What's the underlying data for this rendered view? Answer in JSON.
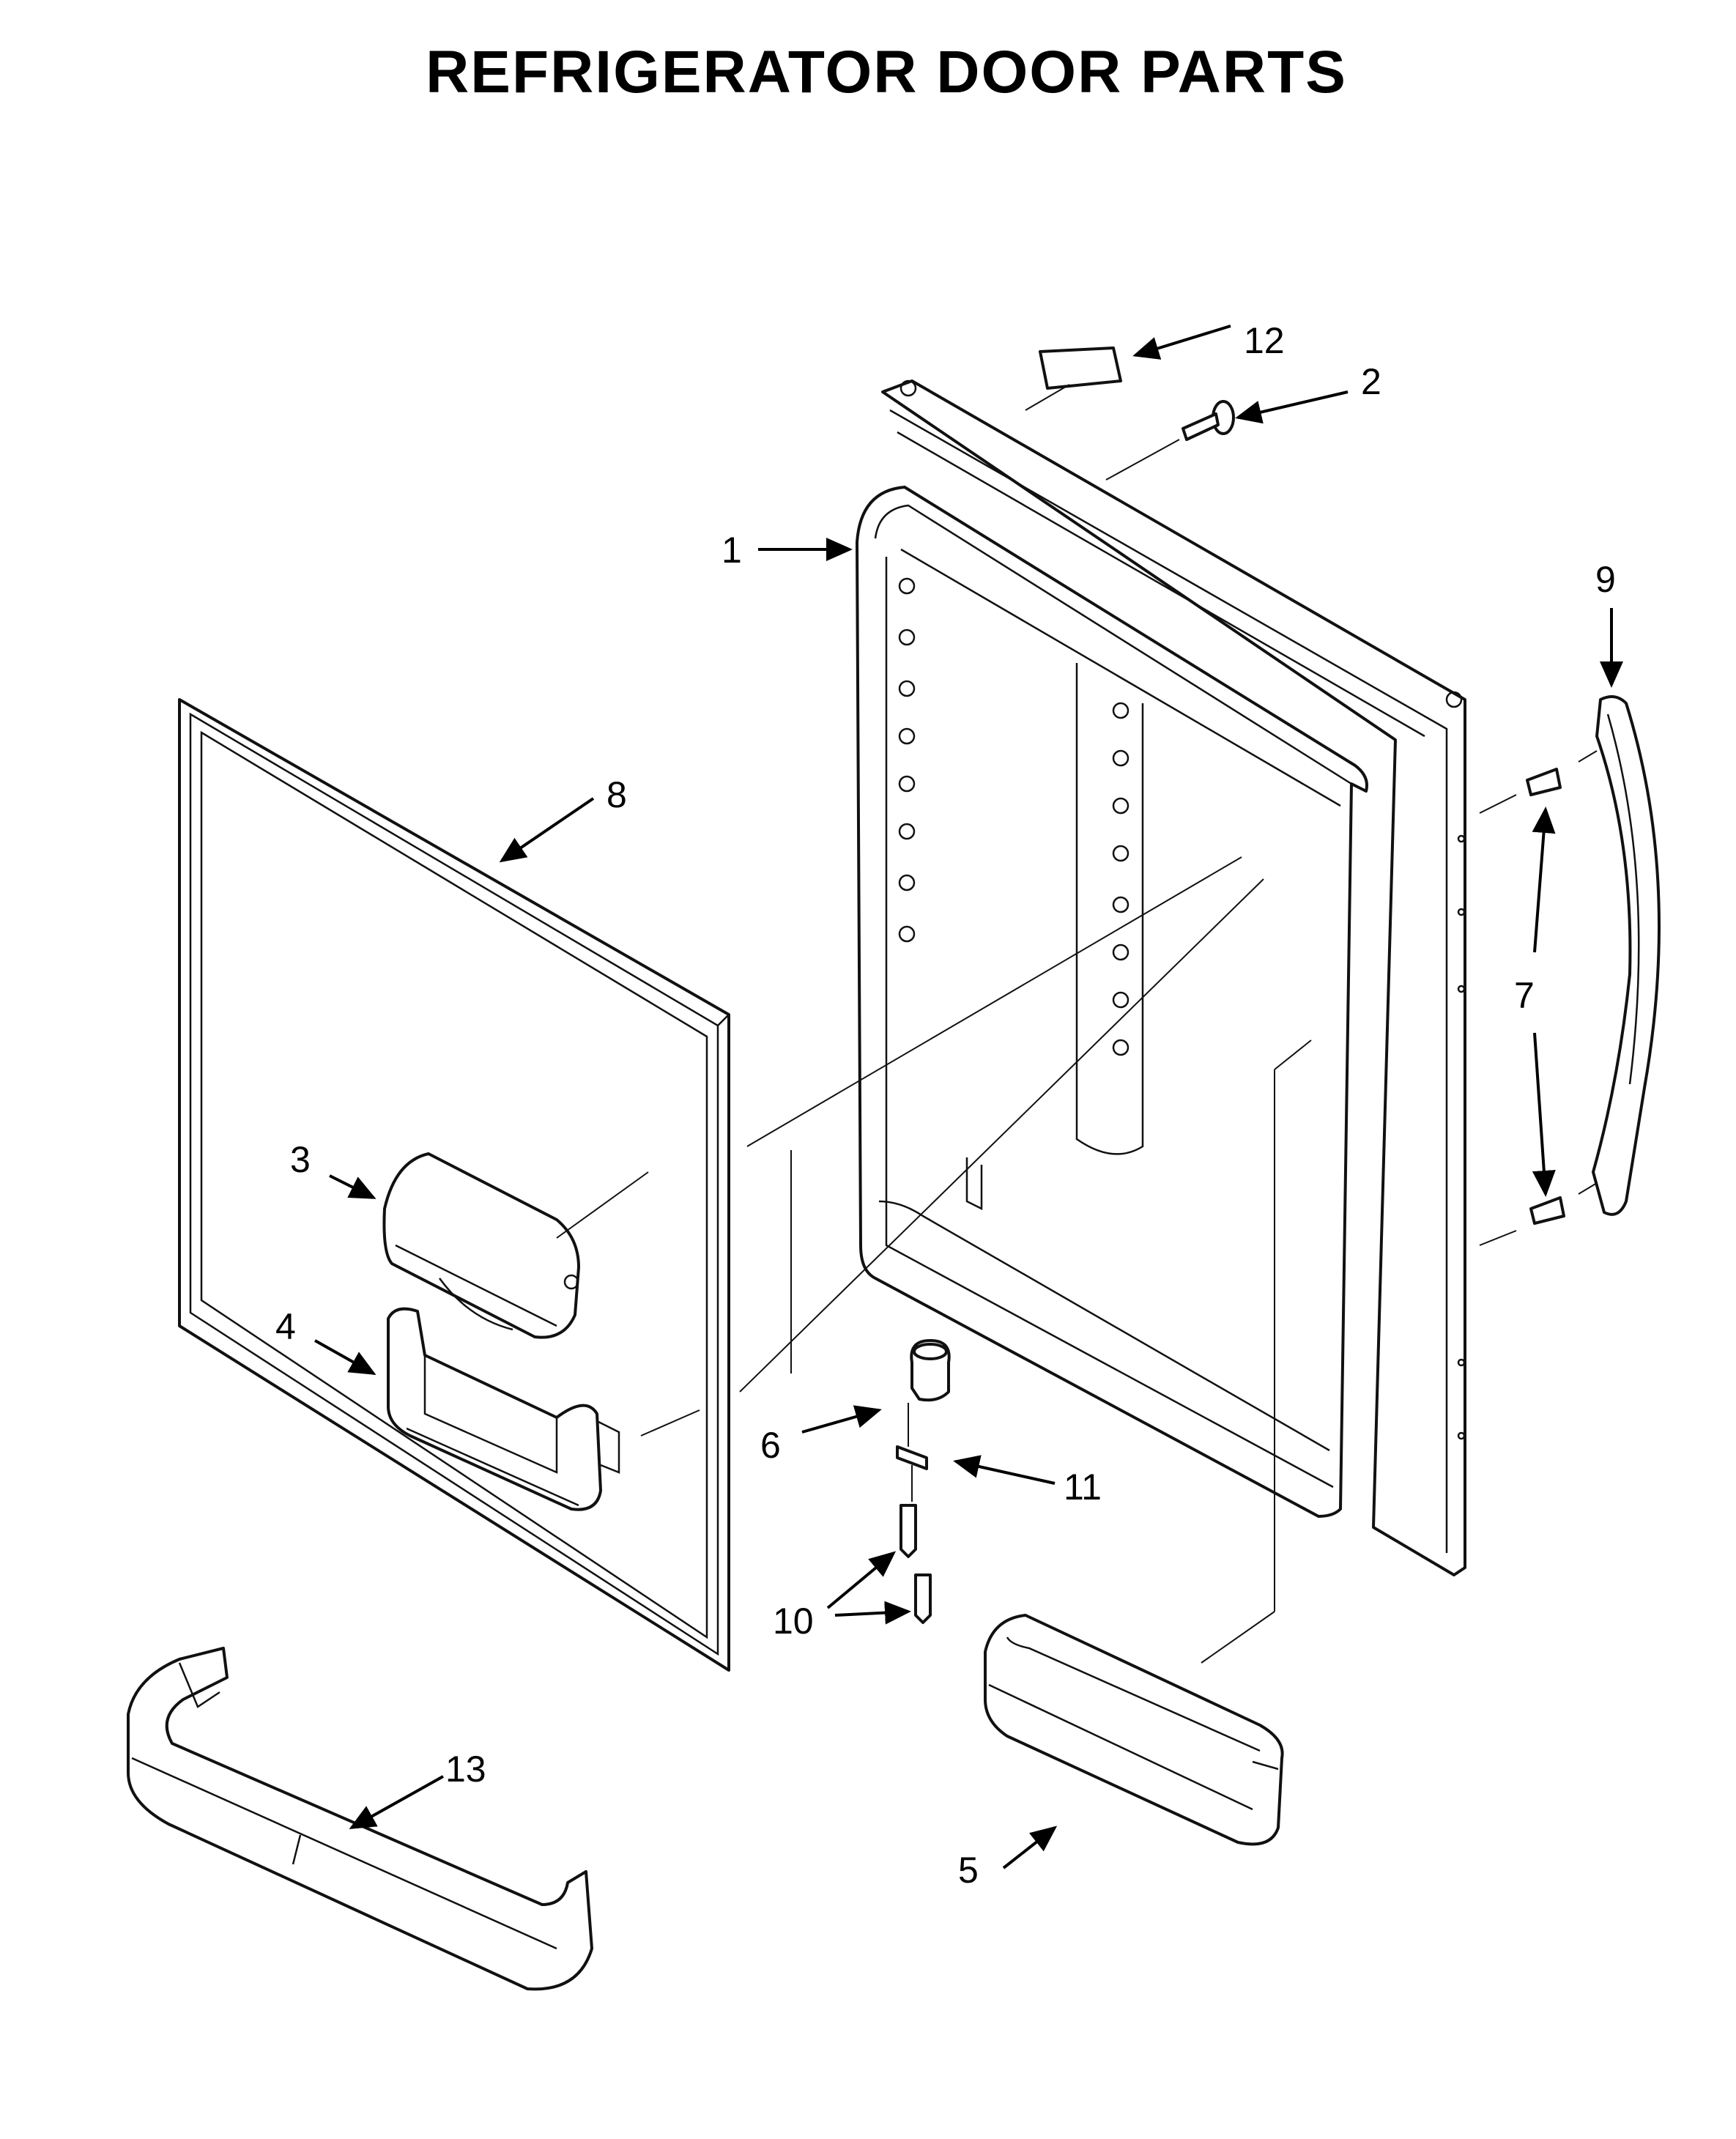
{
  "title": "REFRIGERATOR DOOR PARTS",
  "callouts": {
    "c1": "1",
    "c2": "2",
    "c3": "3",
    "c4": "4",
    "c5": "5",
    "c6": "6",
    "c7": "7",
    "c8": "8",
    "c9": "9",
    "c10": "10",
    "c11": "11",
    "c12": "12",
    "c13": "13"
  }
}
